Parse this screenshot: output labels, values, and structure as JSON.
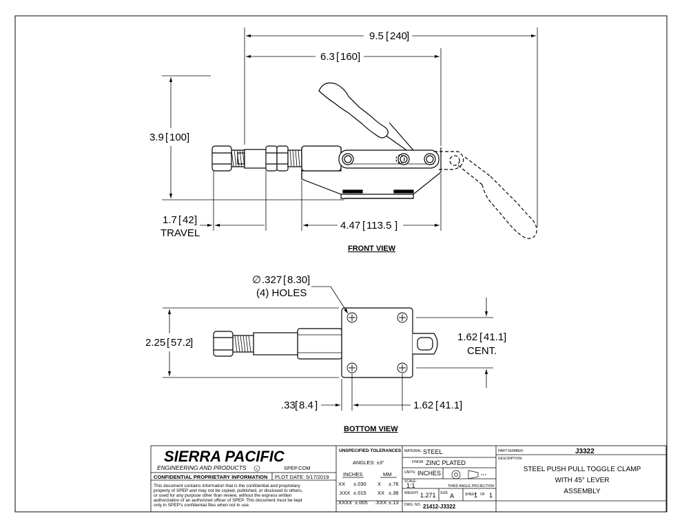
{
  "dimensions": {
    "overall_length": {
      "value": "9.5",
      "metric": "240"
    },
    "pivot_length": {
      "value": "6.3",
      "metric": "160"
    },
    "height": {
      "value": "3.9",
      "metric": "100"
    },
    "travel": {
      "value": "1.7",
      "metric": "42",
      "label": "TRAVEL"
    },
    "base_length": {
      "value": "4.47",
      "metric": "113.5"
    },
    "hole_dia": {
      "value": ".327",
      "metric": "8.30",
      "note": "(4) HOLES",
      "symbol": "∅"
    },
    "width": {
      "value": "2.25",
      "metric": "57.2"
    },
    "center": {
      "value": "1.62",
      "metric": "41.1",
      "label": "CENT."
    },
    "hole_offset": {
      "value": ".33",
      "metric": "8.4"
    },
    "hole_spacing": {
      "value": "1.62",
      "metric": "41.1"
    }
  },
  "views": {
    "front": "FRONT VIEW",
    "bottom": "BOTTOM VIEW"
  },
  "title_block": {
    "company": "SIERRA PACIFIC",
    "company_sub": "ENGINEERING AND PRODUCTS",
    "copyright_mark": "c",
    "website": "SPEP.COM",
    "confidential_heading": "CONFIDENTIAL PROPRIETARY INFORMATION",
    "plot_date": "PLOT DATE: 5/17/2019",
    "confidential_text": [
      "This document contains information that is the confidential and proprietary",
      "property of SPEP and may not be copied, published, or disclosed to others,",
      "or used for any purpose  other than review, without the express written",
      "authorization of an authorized officer of SPEP. This document must be kept",
      "only in SPEP's confidential files when not in use."
    ],
    "tolerances_heading": "UNSPECIFIED TOLERANCES",
    "angles": "ANGLES: ±3°",
    "inches_head": "INCHES",
    "mm_head": "MM",
    "tolerance_rows": [
      {
        "in_fmt": "XX",
        "in_val": "±.030",
        "mm_fmt": "X",
        "mm_val": "±.76"
      },
      {
        "in_fmt": ".XXX",
        "in_val": "±.015",
        "mm_fmt": "XX",
        "mm_val": "±.38"
      },
      {
        "in_fmt": ".XXXX",
        "in_val": "±.005",
        "mm_fmt": ".XXX",
        "mm_val": "±.13"
      }
    ],
    "material_label": "MATERIAL:",
    "material": "STEEL",
    "finish_label": "FINISH:",
    "finish": "ZINC PLATED",
    "units_label": "UNITS:",
    "units": "INCHES",
    "projection": "THIRD ANGLE PROJECTION",
    "scale_label": "SCALE:",
    "scale": "1:1",
    "weight_label": "WEIGHT:",
    "weight": "1.271",
    "size_label": "SIZE",
    "size": "A",
    "sheet_label": "SHEET",
    "sheet": "1",
    "of_label": "OF",
    "sheet_total": "1",
    "dwg_label": "DWG. NO.",
    "dwg_no": "21412-J3322",
    "part_number_label": "PART NUMBER:",
    "part_number": "J3322",
    "description_label": "DESCRIPTION:",
    "description": [
      "STEEL PUSH PULL TOGGLE CLAMP",
      "WITH 45° LEVER",
      "ASSEMBLY"
    ]
  }
}
